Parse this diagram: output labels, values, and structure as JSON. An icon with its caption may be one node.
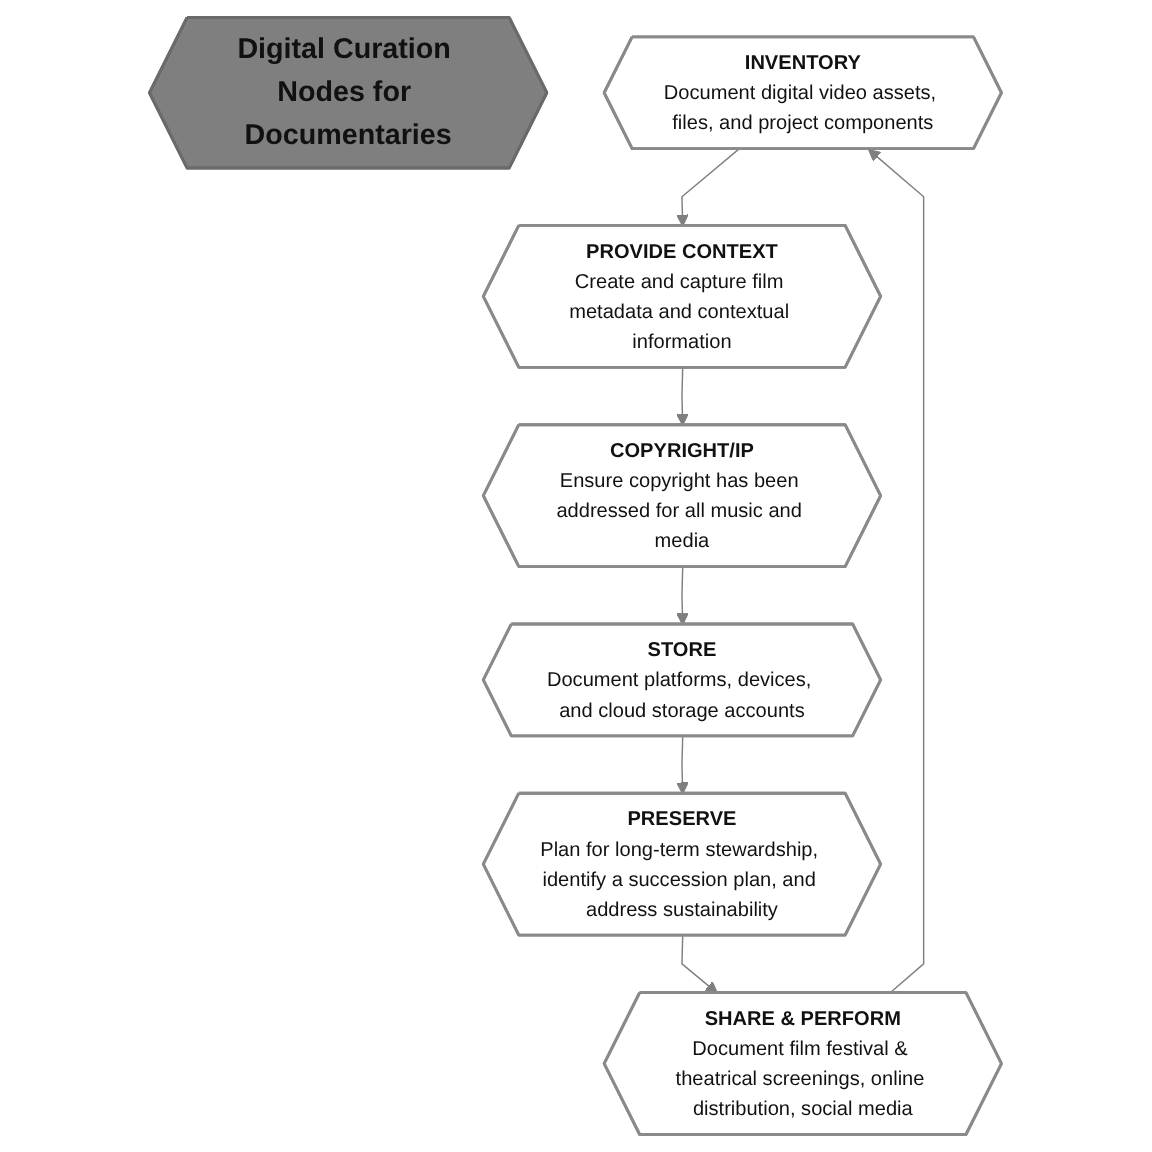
{
  "diagram": {
    "nodes": [
      {
        "text": [
          "Digital Curation Nodes for Documentaries"
        ]
      },
      {
        "text": [
          "INVENTORY",
          "Document digital video assets, files, and project components"
        ]
      },
      {
        "text": [
          "PROVIDE CONTEXT",
          "Create and capture film metadata and contextual information"
        ]
      },
      {
        "text": [
          "COPYRIGHT/IP",
          "Ensure copyright has been addressed for all music and media"
        ]
      },
      {
        "text": [
          "STORE",
          "Document platforms, devices, and cloud storage accounts"
        ]
      },
      {
        "text": [
          "PRESERVE",
          "Plan for long-term stewardship, identify a succession plan, and address sustainability"
        ]
      },
      {
        "text": [
          "SHARE & PERFORM",
          "Document film festival & theatrical screenings, online distribution, social media"
        ]
      }
    ],
    "edges": [
      {
        "from": 1,
        "to": 2,
        "arrow": "to"
      },
      {
        "from": 2,
        "to": 3,
        "arrow": "to"
      },
      {
        "from": 3,
        "to": 4,
        "arrow": "to"
      },
      {
        "from": 4,
        "to": 5,
        "arrow": "to"
      },
      {
        "from": 5,
        "to": 6,
        "arrow": "to"
      },
      {
        "from": 6,
        "to": 1,
        "arrow": "to"
      }
    ]
  }
}
